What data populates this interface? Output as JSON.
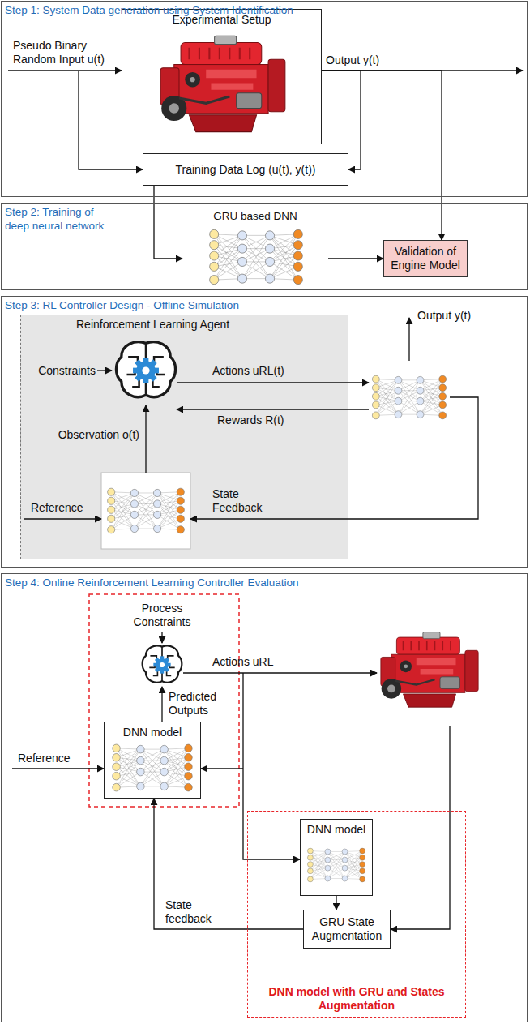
{
  "diagram": {
    "nodes": [
      {
        "text": [
          "Step 1: System Data generation using System Identification"
        ]
      },
      {
        "text": [
          "Experimental Setup"
        ],
        "in": 0
      },
      {
        "text": [
          "Training Data Log (u(t), y(t))"
        ],
        "in": 0
      },
      {
        "text": [
          "Step 2: Training of deep neural network"
        ]
      },
      {
        "text": [
          "GRU based DNN"
        ],
        "in": 3
      },
      {
        "text": [
          "Validation of Engine Model"
        ],
        "in": 3
      },
      {
        "text": [
          "Step 3: RL Controller Design - Offline Simulation"
        ]
      },
      {
        "text": [
          "Reinforcement Learning Agent"
        ],
        "in": 6
      },
      {
        "text": [
          "Step 4: Online Reinforcement Learning Controller Evaluation"
        ]
      },
      {
        "text": [
          "DNN model"
        ],
        "in": 8
      },
      {
        "text": [
          "DNN model with GRU and States Augmentation"
        ],
        "in": 8
      },
      {
        "text": [
          "DNN model"
        ],
        "in": 10
      },
      {
        "text": [
          "GRU State Augmentation"
        ],
        "in": 10
      }
    ],
    "edges": [
      {
        "from": 1,
        "to": 2,
        "arrow": "to"
      },
      {
        "from": 2,
        "to": 4,
        "arrow": "to"
      },
      {
        "from": 1,
        "to": 5,
        "arrow": "to"
      },
      {
        "from": 4,
        "to": 5,
        "arrow": "to"
      },
      {
        "from": 11,
        "to": 12,
        "arrow": "to"
      },
      {
        "from": 12,
        "to": 9,
        "label": "State feedback",
        "arrow": "to"
      }
    ],
    "labels": [
      "Pseudo Binary Random Input u(t)",
      "Output y(t)",
      "Output y(t)",
      "Constraints",
      "Actions uRL(t)",
      "Rewards R(t)",
      "Observation o(t)",
      "Reference",
      "State Feedback",
      "Process Constraints",
      "Actions uRL",
      "Predicted Outputs",
      "Reference"
    ]
  }
}
